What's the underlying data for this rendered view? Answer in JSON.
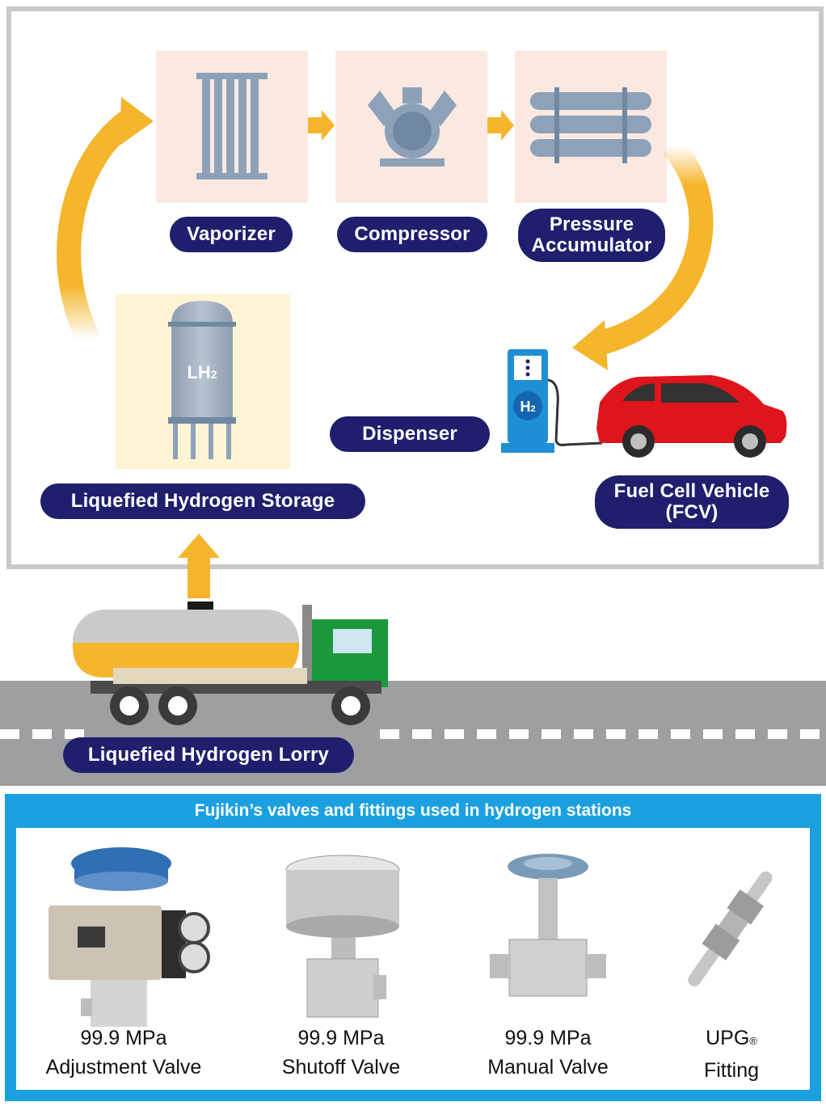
{
  "diagram": {
    "stages": {
      "vaporizer": "Vaporizer",
      "compressor": "Compressor",
      "accumulator_line1": "Pressure",
      "accumulator_line2": "Accumulator",
      "dispenser": "Dispenser",
      "fcv_line1": "Fuel Cell Vehicle",
      "fcv_line2": "(FCV)",
      "storage": "Liquefied Hydrogen Storage",
      "lorry": "Liquefied Hydrogen Lorry"
    },
    "tank_label": "LH",
    "tank_label_sub": "2",
    "dispenser_badge": "H",
    "dispenser_badge_sub": "2",
    "colors": {
      "label_bg": "#1f1f6e",
      "arrow": "#f5b52c",
      "card_pink": "#fbe9e1",
      "card_yellow": "#fdf4d3",
      "equipment": "#8da2b8",
      "car": "#e0141c",
      "truck_cab": "#1a9a3c",
      "bottom_frame": "#1aa0e1"
    }
  },
  "products": {
    "title": "Fujikin’s valves and fittings used in hydrogen stations",
    "items": [
      {
        "line1": "99.9 MPa",
        "line2": "Adjustment Valve"
      },
      {
        "line1": "99.9 MPa",
        "line2": "Shutoff Valve"
      },
      {
        "line1": "99.9 MPa",
        "line2": "Manual Valve"
      },
      {
        "line1": "UPG",
        "line1_mark": "®",
        "line2": "Fitting"
      }
    ]
  }
}
